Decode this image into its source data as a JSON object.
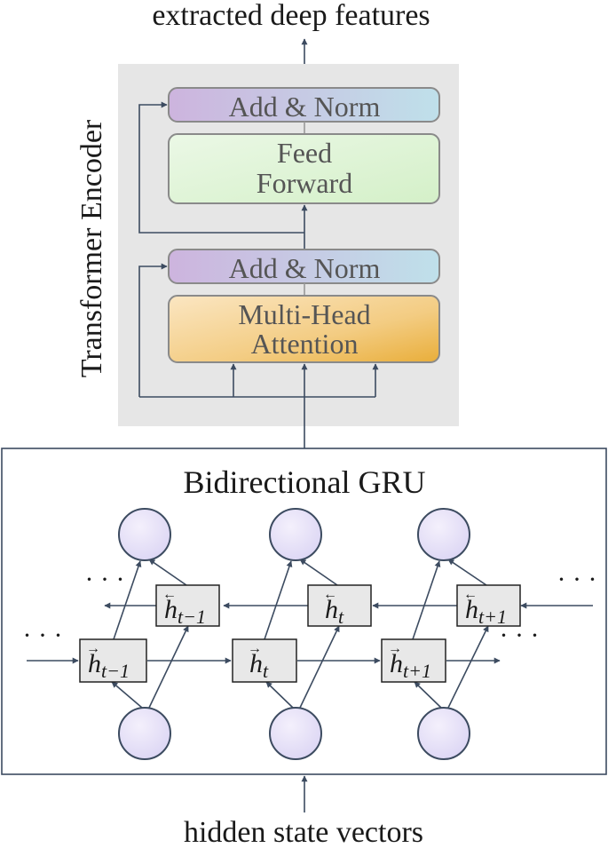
{
  "diagram": {
    "output_label": "extracted deep features",
    "input_label": "hidden state vectors",
    "encoder": {
      "title": "Transformer Encoder",
      "add_norm_top": "Add & Norm",
      "feed_forward_line1": "Feed",
      "feed_forward_line2": "Forward",
      "add_norm_bottom": "Add & Norm",
      "attention_line1": "Multi-Head",
      "attention_line2": "Attention"
    },
    "gru": {
      "title": "Bidirectional GRU",
      "ellipsis": "· · ·",
      "backward_states": [
        {
          "arrow": "←",
          "base": "h",
          "sub": "t−1"
        },
        {
          "arrow": "←",
          "base": "h",
          "sub": "t"
        },
        {
          "arrow": "←",
          "base": "h",
          "sub": "t+1"
        }
      ],
      "forward_states": [
        {
          "arrow": "→",
          "base": "h",
          "sub": "t−1"
        },
        {
          "arrow": "→",
          "base": "h",
          "sub": "t"
        },
        {
          "arrow": "→",
          "base": "h",
          "sub": "t+1"
        }
      ]
    }
  }
}
